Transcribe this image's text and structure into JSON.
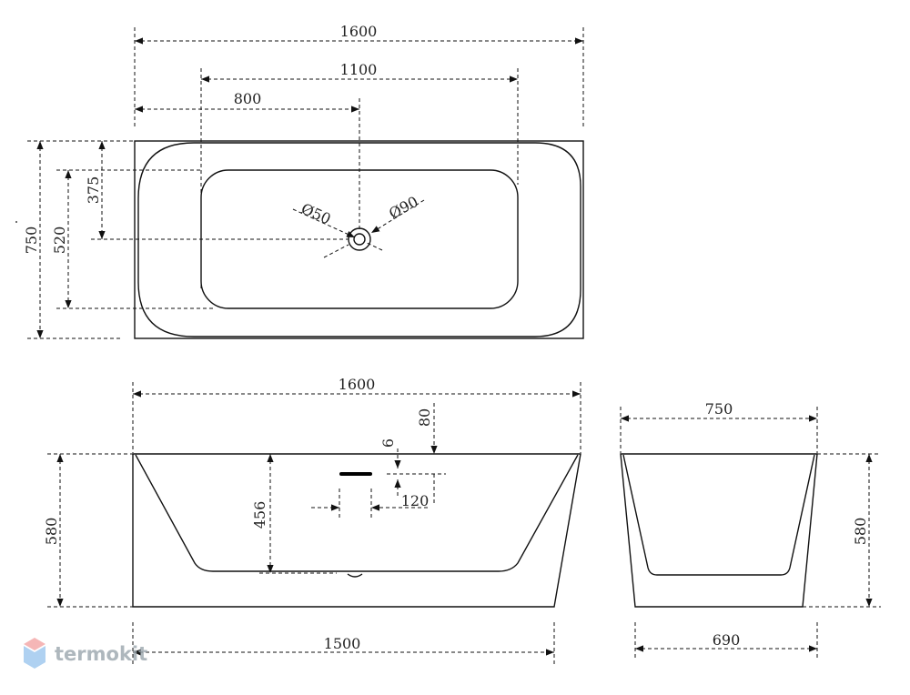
{
  "plan_view": {
    "length": "1600",
    "drain_offset_outer": "1100",
    "drain_offset": "800",
    "overall_width": "750",
    "inner_width": "520",
    "drain_center": "375",
    "drain_diameter": "Ø50",
    "outer_diameter": "Ø90"
  },
  "front_view": {
    "length": "1600",
    "height": "580",
    "inner_depth": "456",
    "overflow_height": "80",
    "overflow_gap": "6",
    "overflow_width": "120",
    "base_length": "1500"
  },
  "side_view": {
    "width": "750",
    "height": "580",
    "base_width": "690"
  },
  "watermark": {
    "text": "termokit",
    "colors": {
      "top": "#f3a5a5",
      "bottom": "#9cc6ee"
    }
  }
}
